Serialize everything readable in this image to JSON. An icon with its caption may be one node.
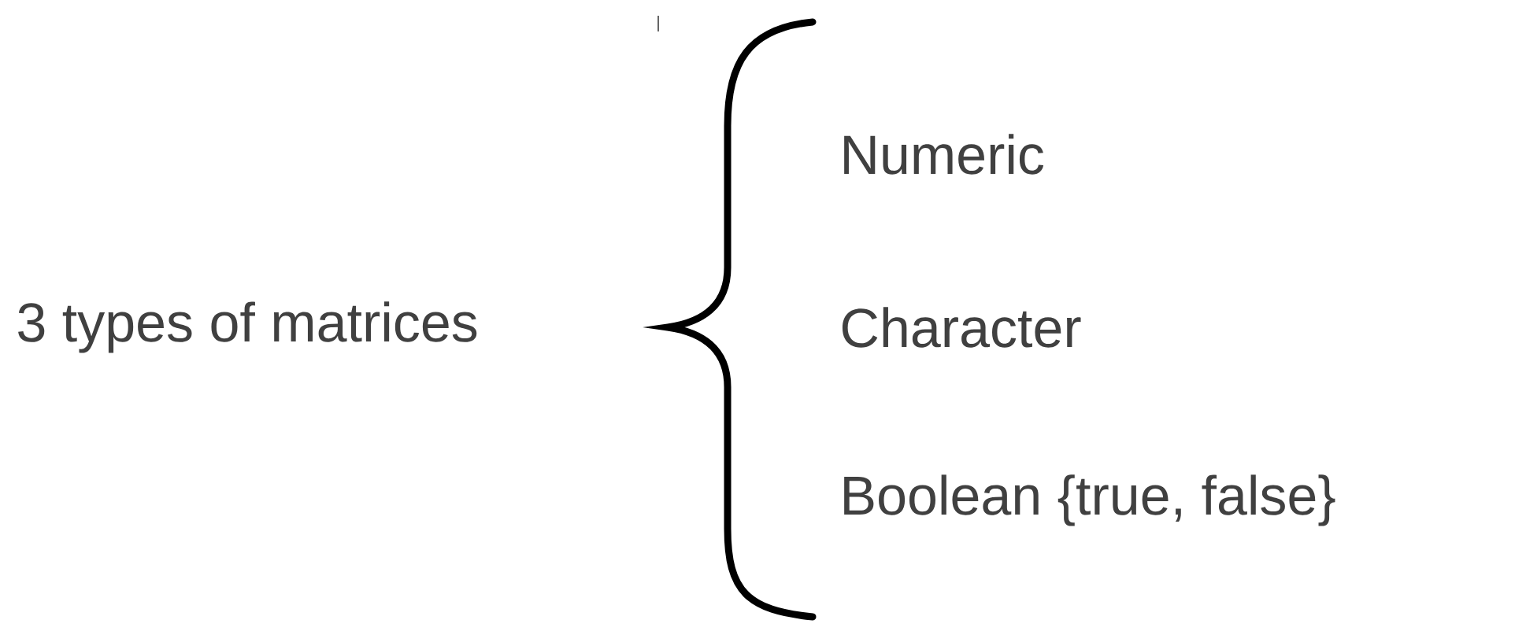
{
  "diagram": {
    "labels": [
      "3 types of matrices",
      "Numeric",
      "Character",
      "Boolean {true, false}"
    ]
  }
}
